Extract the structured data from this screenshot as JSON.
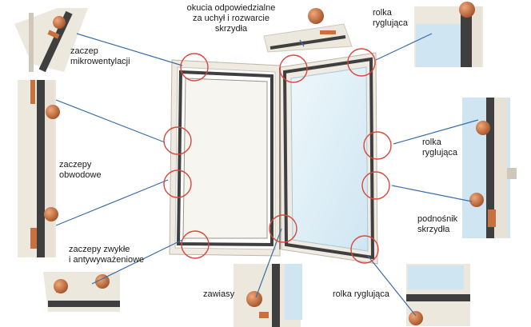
{
  "labels": {
    "microvent_catch": "zaczep\nmikrowentylacji",
    "sash_hardware": "okucia odpowiedzialne\nza uchył i rozwarcie\nskrzydła",
    "roller_top": "rolka\nryglująca",
    "perimeter_catches": "zaczepy\nobwodowe",
    "roller_right": "rolka\nryglująca",
    "sash_lifter": "podnośnik\nskrzydła",
    "regular_catches": "zaczepy zwykłe\ni antywyważeniowe",
    "hinges": "zawiasy",
    "roller_bottom": "rolka ryglująca"
  },
  "colors": {
    "frame_outer": "#e8e2d6",
    "frame_dark": "#4a4a4a",
    "glass": "#d9edf7",
    "glass_light": "#eef7fb",
    "callout_circle": "#d9463b",
    "leader_line": "#3b6ea8",
    "hardware": "#c8703f"
  }
}
